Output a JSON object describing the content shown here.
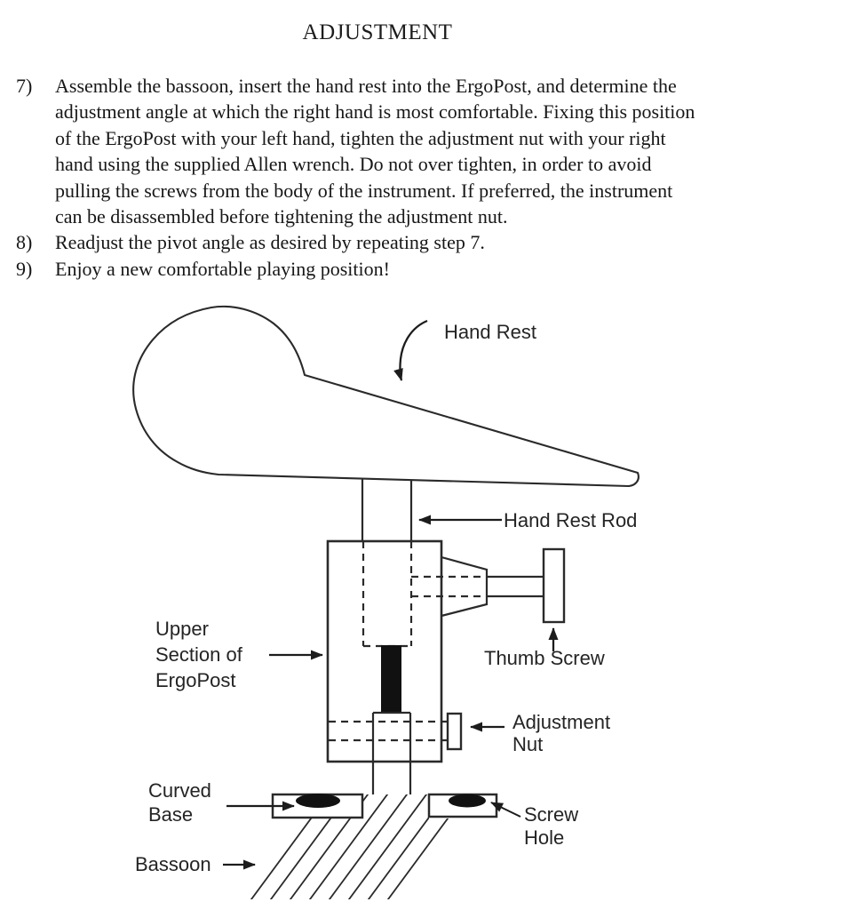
{
  "page": {
    "title": "ADJUSTMENT",
    "ink_color": "#242424",
    "background_color": "#ffffff"
  },
  "instructions": [
    {
      "number": "7)",
      "text": "Assemble the bassoon, insert the hand rest into the ErgoPost, and determine the\nadjustment angle at which the right hand is most comfortable. Fixing this position\nof the ErgoPost with your left hand, tighten the adjustment nut with your right\nhand using the supplied Allen wrench.  Do not over tighten, in order to avoid\npulling the screws from the body of the instrument.  If preferred, the instrument\ncan be disassembled before tightening the adjustment nut."
    },
    {
      "number": "8)",
      "text": "Readjust the pivot angle as desired by repeating step 7."
    },
    {
      "number": "9)",
      "text": "Enjoy a new comfortable playing position!"
    }
  ],
  "diagram": {
    "labels": {
      "hand_rest": "Hand Rest",
      "hand_rest_rod": "Hand Rest Rod",
      "upper_section_line1": "Upper",
      "upper_section_line2": "Section of",
      "upper_section_line3": "ErgoPost",
      "thumb_screw": "Thumb Screw",
      "adjustment_nut_line1": "Adjustment",
      "adjustment_nut_line2": "Nut",
      "curved_base_line1": "Curved",
      "curved_base_line2": "Base",
      "screw_hole_line1": "Screw",
      "screw_hole_line2": "Hole",
      "bassoon": "Bassoon"
    }
  }
}
